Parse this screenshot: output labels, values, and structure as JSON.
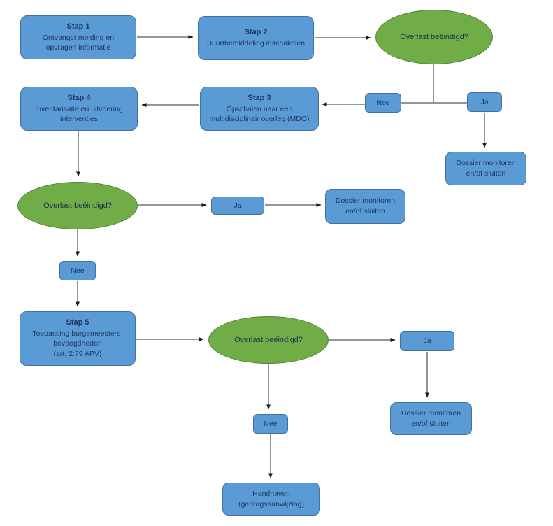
{
  "diagram": {
    "type": "flowchart",
    "language": "nl",
    "colors": {
      "process_fill": "#5b9bd5",
      "process_border": "#41719c",
      "decision_fill": "#70ad47",
      "decision_border": "#548235",
      "text": "#1f3864",
      "connector_line": "#595959",
      "arrowhead": "#1a1a1a",
      "background": "#ffffff"
    },
    "nodes": {
      "stap1": {
        "title": "Stap 1",
        "body": "Ontvangst melding en\nopvragen informatie"
      },
      "stap2": {
        "title": "Stap 2",
        "body": "Buurtbemiddeling inschakelen"
      },
      "decision1": {
        "label": "Overlast beëindigd?"
      },
      "stap4": {
        "title": "Stap 4",
        "body": "Inventarisatie en uitvoering\ninterventies"
      },
      "stap3": {
        "title": "Stap 3",
        "body": "Opschalen naar een\nmultidisciplinair overleg (MDO)"
      },
      "nee1": {
        "label": "Nee"
      },
      "ja1": {
        "label": "Ja"
      },
      "dossier1": {
        "label": "Dossier monitoren\nen/of sluiten"
      },
      "decision2": {
        "label": "Overlast beëindigd?"
      },
      "ja2": {
        "label": "Ja"
      },
      "dossier2": {
        "label": "Dossier monitoren\nen/of sluiten"
      },
      "nee2": {
        "label": "Nee"
      },
      "stap5": {
        "title": "Stap 5",
        "body": "Toepassing burgemeesters-\nbevoegdheden\n(art. 2:79 APV)"
      },
      "decision3": {
        "label": "Overlast beëindigd?"
      },
      "ja3": {
        "label": "Ja"
      },
      "dossier3": {
        "label": "Dossier monitoren\nen/of sluiten"
      },
      "nee3": {
        "label": "Nee"
      },
      "handhaven": {
        "label": "Handhaven\n(gedragsaanwijzing)"
      }
    }
  }
}
